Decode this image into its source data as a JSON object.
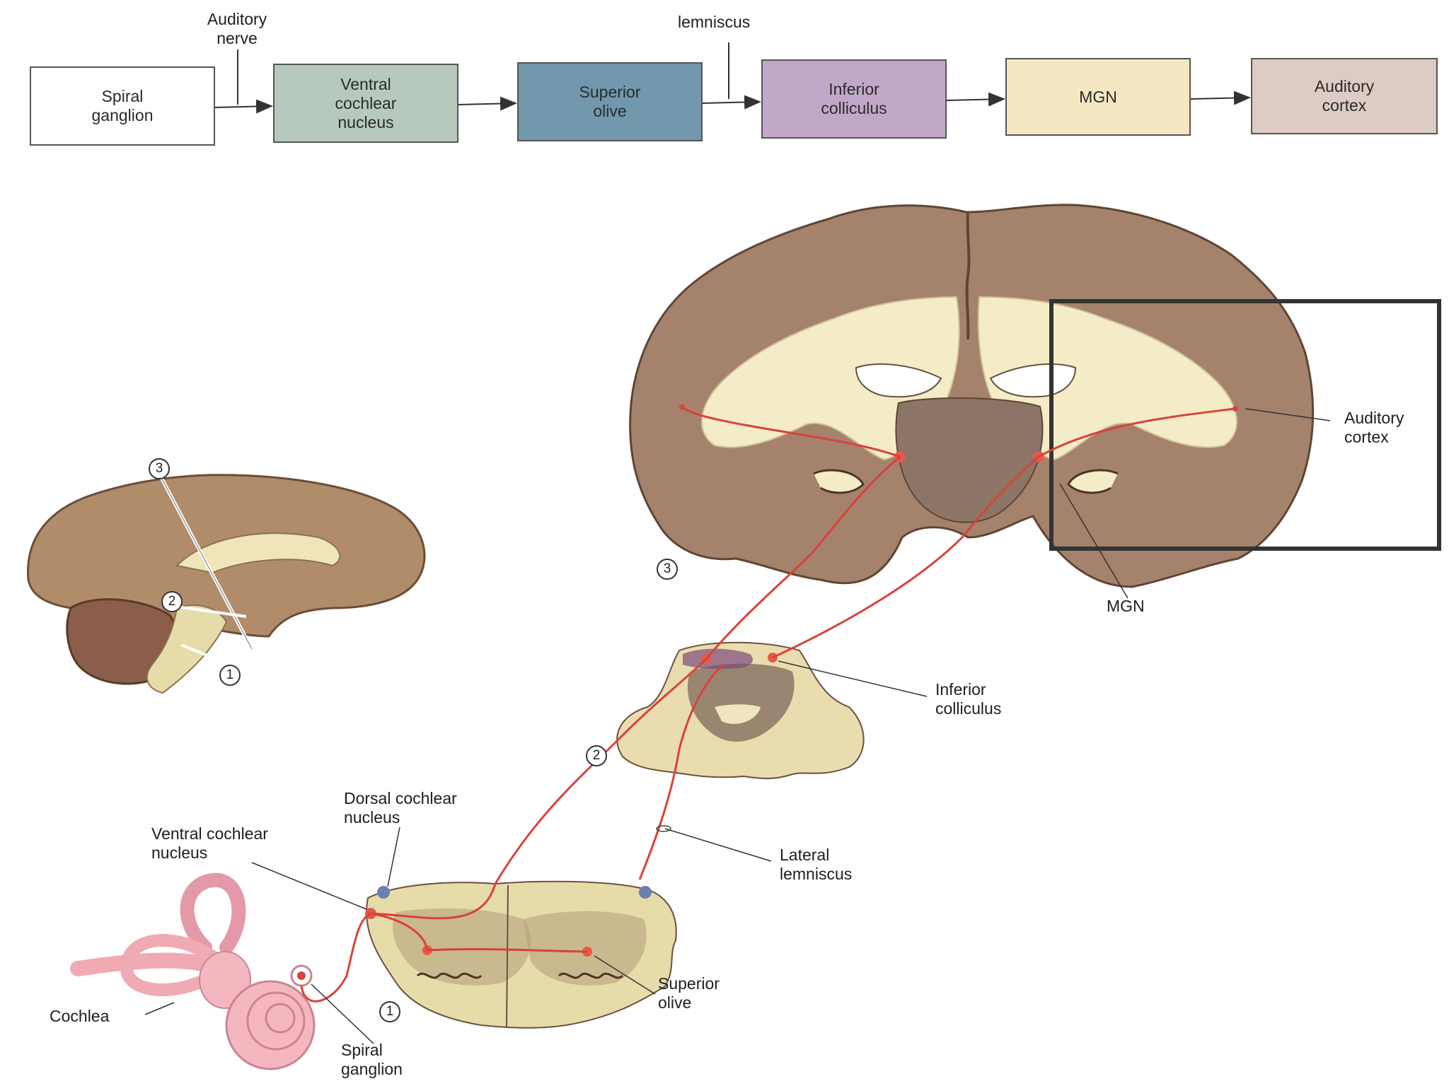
{
  "flow": {
    "boxes": [
      {
        "id": "spiral-ganglion",
        "label": "Spiral\nganglion",
        "color": "#ffffff"
      },
      {
        "id": "ventral-cochlear-nucleus",
        "label": "Ventral\ncochlear\nnucleus",
        "color": "#b7c9bd"
      },
      {
        "id": "superior-olive",
        "label": "Superior\nolive",
        "color": "#7298ad"
      },
      {
        "id": "inferior-colliculus",
        "label": "Inferior\ncolliculus",
        "color": "#c1a8c8"
      },
      {
        "id": "mgn",
        "label": "MGN",
        "color": "#f4e8c2"
      },
      {
        "id": "auditory-cortex",
        "label": "Auditory\ncortex",
        "color": "#ddcbc4"
      }
    ],
    "auditory_nerve_label": "Auditory\nnerve",
    "lemniscus_label": "lemniscus"
  },
  "labels": {
    "auditory_cortex": "Auditory\ncortex",
    "mgn": "MGN",
    "inferior_colliculus": "Inferior\ncolliculus",
    "lateral_lemniscus": "Lateral\nlemniscus",
    "dorsal_cochlear_nucleus": "Dorsal cochlear\nnucleus",
    "ventral_cochlear_nucleus": "Ventral cochlear\nnucleus",
    "superior_olive": "Superior\nolive",
    "cochlea": "Cochlea",
    "spiral_ganglion": "Spiral\nganglion"
  },
  "section_markers": {
    "one": "1",
    "two": "2",
    "three": "3"
  },
  "colors": {
    "pathway": "#d9423a",
    "gray_matter": "#a5826c",
    "white_matter": "#f3ecc6",
    "cochlea": "#f4b7bf",
    "highlight_frame": "#333333"
  }
}
